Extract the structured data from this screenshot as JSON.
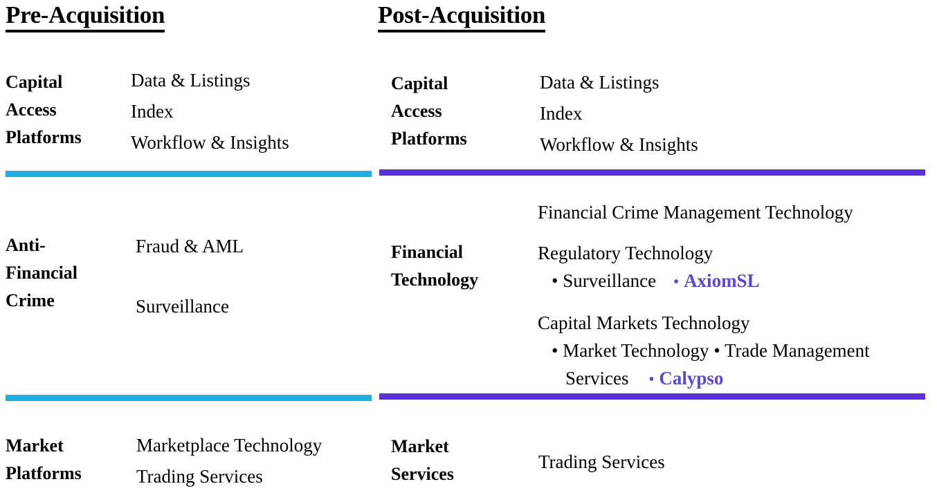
{
  "headers": {
    "pre": "Pre-Acquisition",
    "post": "Post-Acquisition"
  },
  "colors": {
    "divider_cyan": "#1CAEE4",
    "divider_purple": "#5B2EE0",
    "brand_purple": "#5B47D8",
    "text": "#000000",
    "background": "#FFFFFF"
  },
  "pre": {
    "rows": [
      {
        "category": "Capital\nAccess\nPlatforms",
        "category_lines": [
          "Capital",
          "Access",
          "Platforms"
        ],
        "items": [
          "Data & Listings",
          "Index",
          "Workflow & Insights"
        ]
      },
      {
        "category_lines": [
          "Anti-",
          "Financial",
          "Crime"
        ],
        "items": [
          "Fraud & AML",
          "Surveillance"
        ]
      },
      {
        "category_lines": [
          "Market",
          "Platforms"
        ],
        "items": [
          "Marketplace Technology",
          "Trading Services"
        ]
      }
    ]
  },
  "post": {
    "rows": [
      {
        "category_lines": [
          "Capital",
          "Access",
          "Platforms"
        ],
        "items": [
          "Data & Listings",
          "Index",
          "Workflow & Insights"
        ]
      },
      {
        "category_lines": [
          "Financial",
          "Technology"
        ],
        "items": [
          "Financial Crime Management Technology",
          "Regulatory Technology",
          "• Surveillance",
          "AxiomSL",
          "Capital Markets Technology",
          "• Market Technology • Trade Management",
          "Services",
          "Calypso"
        ],
        "sub_line_regulatory": "• Surveillance",
        "brand_1": "AxiomSL",
        "sub_line_capital_a": "• Market Technology • Trade Management",
        "sub_line_capital_b": "Services",
        "brand_2": "Calypso",
        "bullet_glyph": "•"
      },
      {
        "category_lines": [
          "Market",
          "Services"
        ],
        "items": [
          "Trading Services"
        ]
      }
    ]
  }
}
